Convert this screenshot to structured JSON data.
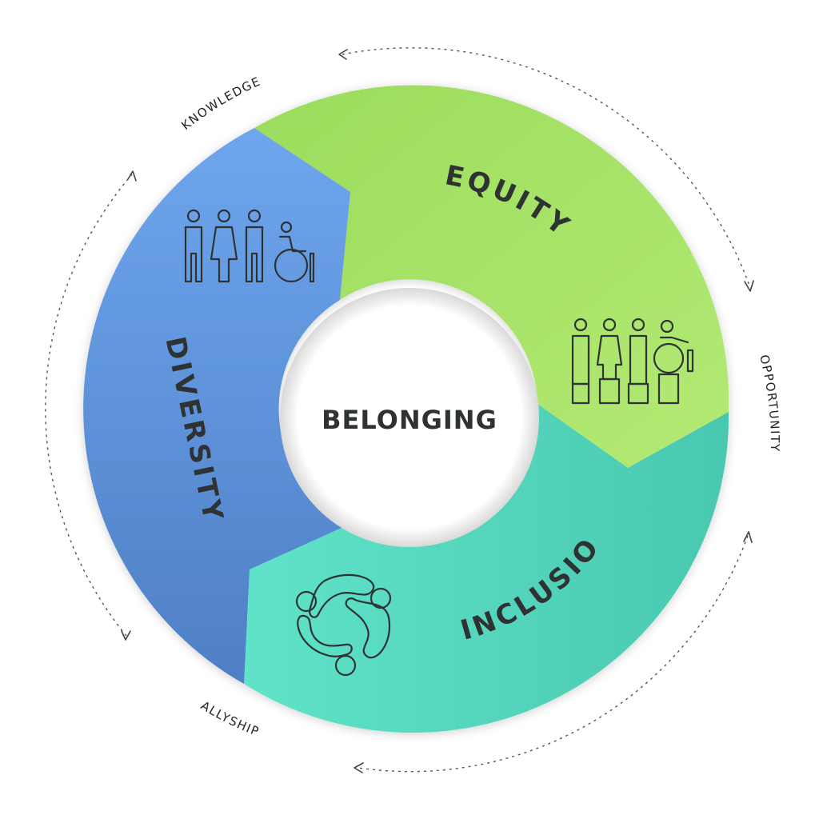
{
  "center": {
    "label": "BELONGING"
  },
  "segments": {
    "equity": {
      "label": "EQUITY",
      "color": "#a9e46a",
      "shade": "#93d456"
    },
    "diversity": {
      "label": "DIVERSITY",
      "color": "#6a9fe6",
      "shade": "#4f7fc4"
    },
    "inclusion": {
      "label": "INCLUSION",
      "color": "#5ee0c7",
      "shade": "#46c4ad"
    }
  },
  "outer_labels": {
    "knowledge": "KNOWLEDGE",
    "opportunity": "OPPORTUNITY",
    "allyship": "ALLYSHIP"
  },
  "icons": {
    "diversity": "diversity-people-icon",
    "equity": "equity-people-on-boxes-icon",
    "inclusion": "inclusion-circle-of-people-icon"
  }
}
